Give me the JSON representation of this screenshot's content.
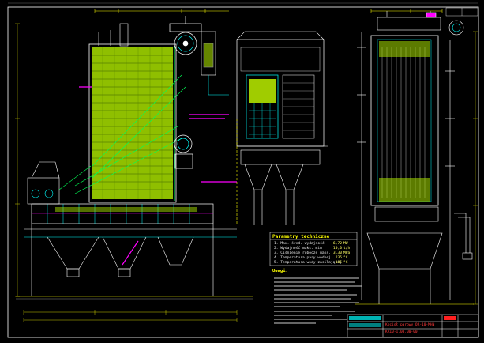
{
  "parameters": {
    "title": "Parametry techniczne",
    "rows": [
      {
        "name": "1. Max. śred. wydajność",
        "value": "6,72",
        "unit": "MW"
      },
      {
        "name": "2. Wydajność maks. min",
        "value": "10,0",
        "unit": "t/h"
      },
      {
        "name": "3. Ciśnienie robocze maks.",
        "value": "3,30",
        "unit": "MPa"
      },
      {
        "name": "4. Temperatura pary wodnej",
        "value": "235",
        "unit": "°C"
      },
      {
        "name": "5. Temperatura wody zasilającej",
        "value": "105",
        "unit": "°C"
      }
    ]
  },
  "notes": {
    "title": "Uwagi:"
  },
  "title_block": {
    "name": "Kocioł parowy OR-10-MHN",
    "code": "KR10-1.00.00-00"
  },
  "colors": {
    "background": "#000000",
    "tube_panel": "#c8ff00",
    "outline": "#ffffff",
    "steel": "#00ffff",
    "dimension": "#ffff00",
    "accent": "#ff00ff",
    "green": "#00ff55",
    "red": "#ff2020"
  }
}
